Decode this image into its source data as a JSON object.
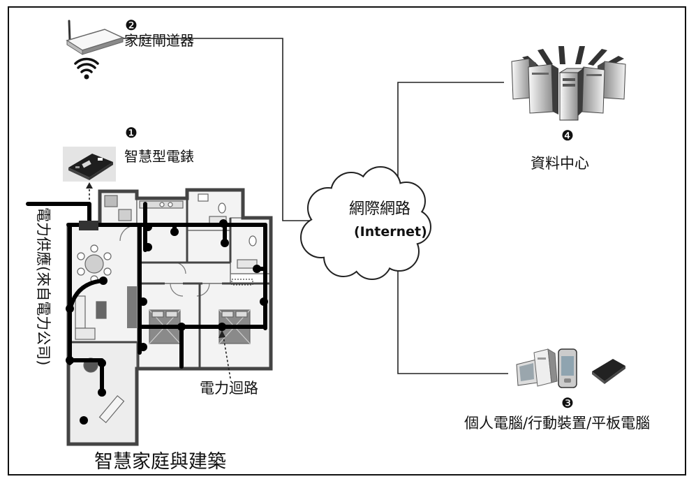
{
  "diagram": {
    "gateway": {
      "number": "❷",
      "label": "家庭閘道器"
    },
    "smart_meter": {
      "number": "❶",
      "label": "智慧型電錶"
    },
    "power_supply": {
      "label": "電力供應(來自電力公司)"
    },
    "power_circuit": {
      "label": "電力迴路"
    },
    "home": {
      "label": "智慧家庭與建築"
    },
    "internet": {
      "label": "網際網路",
      "sublabel": "(Internet)"
    },
    "data_center": {
      "number": "❹",
      "label": "資料中心"
    },
    "devices": {
      "number": "❸",
      "label": "個人電腦/行動裝置/平板電腦"
    }
  },
  "icons": {
    "gateway": "router-icon",
    "gateway_signal": "wifi-icon",
    "smart_meter": "smart-meter-icon",
    "internet": "cloud-icon",
    "data_center": "server-cluster-icon",
    "devices": [
      "desktop-pc-icon",
      "mobile-phone-icon",
      "tablet-icon"
    ]
  },
  "colors": {
    "line": "#000000",
    "wall": "#444444",
    "frame": "#111111"
  }
}
